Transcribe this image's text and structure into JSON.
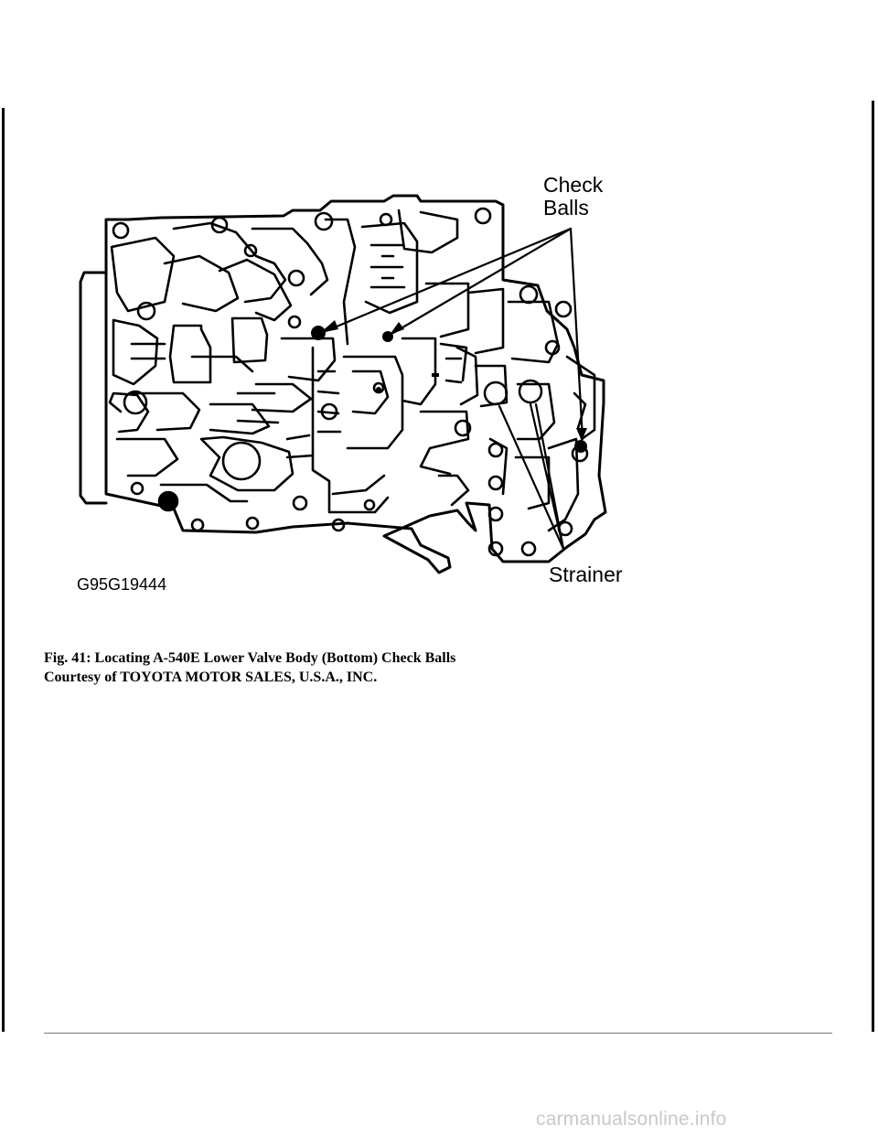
{
  "figure": {
    "callout_check_line1": "Check",
    "callout_check_line2": "Balls",
    "callout_strainer": "Strainer",
    "code": "G95G19444"
  },
  "caption": {
    "title": "Fig. 41: Locating A-540E Lower Valve Body (Bottom) Check Balls",
    "credit": "Courtesy of TOYOTA MOTOR SALES, U.S.A., INC."
  },
  "watermark": "carmanualsonline.info"
}
